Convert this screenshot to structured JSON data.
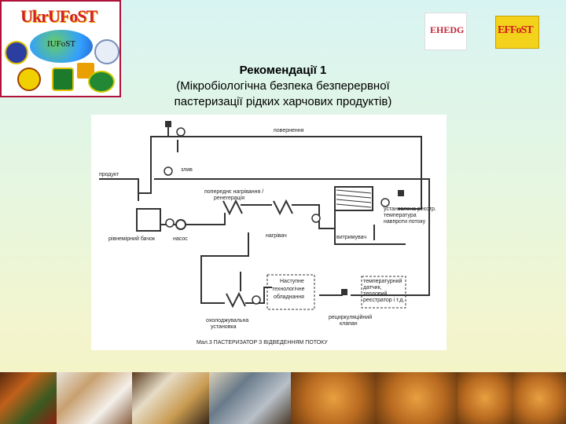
{
  "header": {
    "logo_text": "UkrUFoST",
    "logo_subtext": "IUFoST",
    "ehedg_text": "EHEDG",
    "effost_text": "EFFoST"
  },
  "title": {
    "line1": "Рекомендації 1",
    "line2": "(Мікробіологічна безпека безперервної",
    "line3": "пастеризації рідких харчових продуктів)"
  },
  "diagram": {
    "labels": {
      "return": "повернення",
      "drain": "злив",
      "product": "продукт",
      "preheat_line1": "попереднє нагрівання /",
      "preheat_line2": "ренегерація",
      "tank": "рівнемірний бачок",
      "pump": "насос",
      "heater": "нагрівач",
      "holder": "витримувач",
      "temp_line1": "установлена реєстр.",
      "temp_line2": "температура",
      "temp_line3": "навпроти потоку",
      "next_line1": "Наступне",
      "next_line2": "технологічне",
      "next_line3": "обладнання",
      "reg_line1": "температурний",
      "reg_line2": "датчик,",
      "reg_line3": "тепловий",
      "reg_line4": "реєстратор і т.д.",
      "cooler_line1": "охолоджувальна",
      "cooler_line2": "установка",
      "recirc_line1": "рециркуляційний",
      "recirc_line2": "клапан",
      "caption": "Мал.3 ПАСТЕРИЗАТОР З ВІДВЕДЕННЯМ ПОТОКУ"
    }
  },
  "colors": {
    "logo_border": "#b0103a",
    "effost_bg": "#f3d21c",
    "diagram_line": "#333333"
  }
}
